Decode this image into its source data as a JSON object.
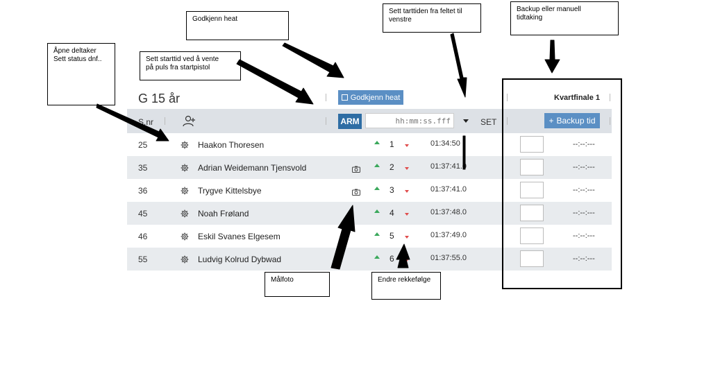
{
  "heat": {
    "title": "G 15 år",
    "approve_label": "Godkjenn heat",
    "round_title": "Kvartfinale 1"
  },
  "header": {
    "snr_label": "S.nr",
    "arm_label": "ARM",
    "time_placeholder": "hh:mm:ss.fff",
    "set_label": "SET",
    "backup_label": "Backup tid",
    "add_icon": "add-person-icon"
  },
  "rows": [
    {
      "snr": "25",
      "name": "Haakon Thoresen",
      "photo": false,
      "position": "1",
      "time": "01:34:50",
      "backup": "--:--:---"
    },
    {
      "snr": "35",
      "name": "Adrian Weidemann Tjensvold",
      "photo": true,
      "position": "2",
      "time": "01:37:41.0",
      "backup": "--:--:---"
    },
    {
      "snr": "36",
      "name": "Trygve Kittelsbye",
      "photo": true,
      "position": "3",
      "time": "01:37:41.0",
      "backup": "--:--:---"
    },
    {
      "snr": "45",
      "name": "Noah Frøland",
      "photo": false,
      "position": "4",
      "time": "01:37:48.0",
      "backup": "--:--:---"
    },
    {
      "snr": "46",
      "name": "Eskil Svanes Elgesem",
      "photo": false,
      "position": "5",
      "time": "01:37:49.0",
      "backup": "--:--:---"
    },
    {
      "snr": "55",
      "name": "Ludvig Kolrud Dybwad",
      "photo": false,
      "position": "6",
      "time": "01:37:55.0",
      "backup": "--:--:---"
    }
  ],
  "annotations": {
    "open_participant": "Åpne deltaker\nSett status dnf..",
    "approve_heat": "Godkjenn heat",
    "start_time": "Sett starttid ved å vente\npå puls fra startpistol",
    "set_start_time": "Sett tarttiden fra feltet til\nvenstre",
    "backup": "Backup eller manuell\ntidtaking",
    "photo_finish": "Målfoto",
    "reorder": "Endre rekkefølge"
  },
  "colors": {
    "accent": "#5b8fc4",
    "arm": "#2e6da4",
    "row_alt": "#e8ebee",
    "header_bg": "#dde1e6",
    "up": "#3aa85b",
    "down": "#e04b4b"
  }
}
